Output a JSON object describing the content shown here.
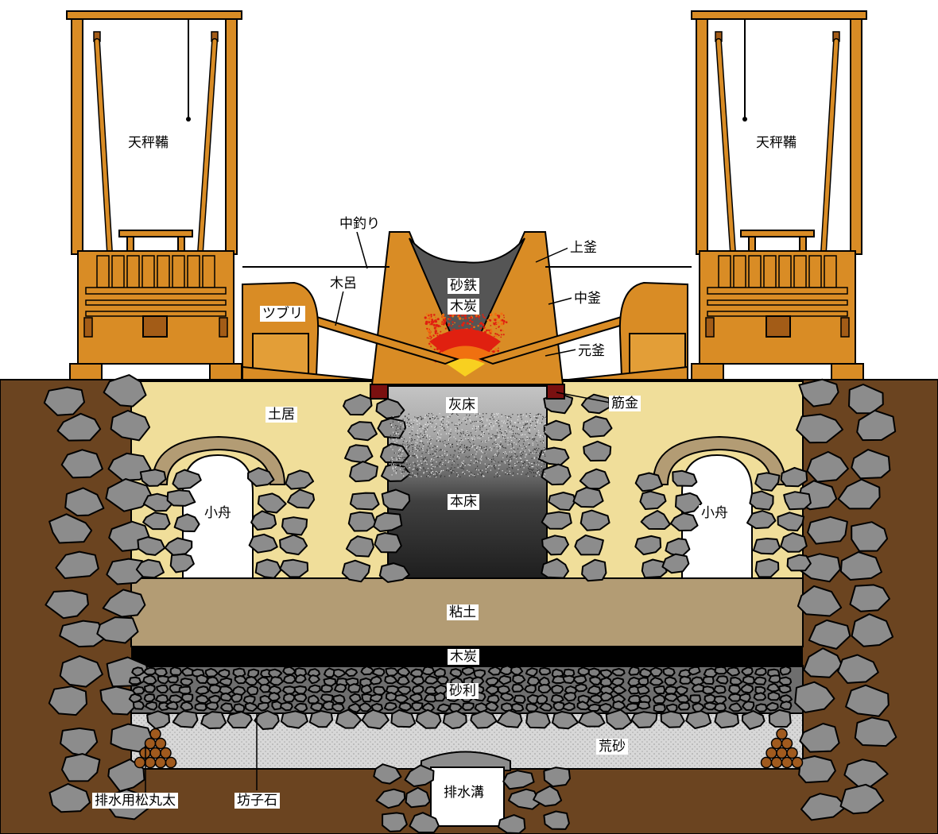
{
  "colors": {
    "ground": "#6b4420",
    "wood": "#d98c25",
    "wood_dark": "#a35c17",
    "wood_light": "#e39e37",
    "stone": "#8c8c8c",
    "sand_yellow": "#f0de9a",
    "clay": "#b39c74",
    "charcoal": "#000000",
    "furnace_gray": "#555555",
    "hearth_dark": "#1e1e1e",
    "ash": "#c0c0c0",
    "rough_sand": "#d6d6d6",
    "metal_red": "#7a1010",
    "fire_red": "#e02010",
    "fire_orange": "#f07010",
    "fire_yellow": "#f8d020"
  },
  "labels": {
    "tenbin_left": "天秤鞴",
    "tenbin_right": "天秤鞴",
    "nakatsuri": "中釣り",
    "kiro": "木呂",
    "tsuburi": "ツブリ",
    "satetsu": "砂鉄",
    "mokutan_furnace": "木炭",
    "uwagama": "上釜",
    "nakagama": "中釜",
    "motogama": "元釜",
    "sujigane": "筋金",
    "kaitoko": "灰床",
    "tsuchii": "土居",
    "kobune_left": "小舟",
    "kobune_right": "小舟",
    "hondoko": "本床",
    "nendo": "粘土",
    "mokutan_layer": "木炭",
    "jari": "砂利",
    "arazuna": "荒砂",
    "haisuiko": "排水溝",
    "haisui_matsu": "排水用松丸太",
    "bouzuishi": "坊子石"
  }
}
